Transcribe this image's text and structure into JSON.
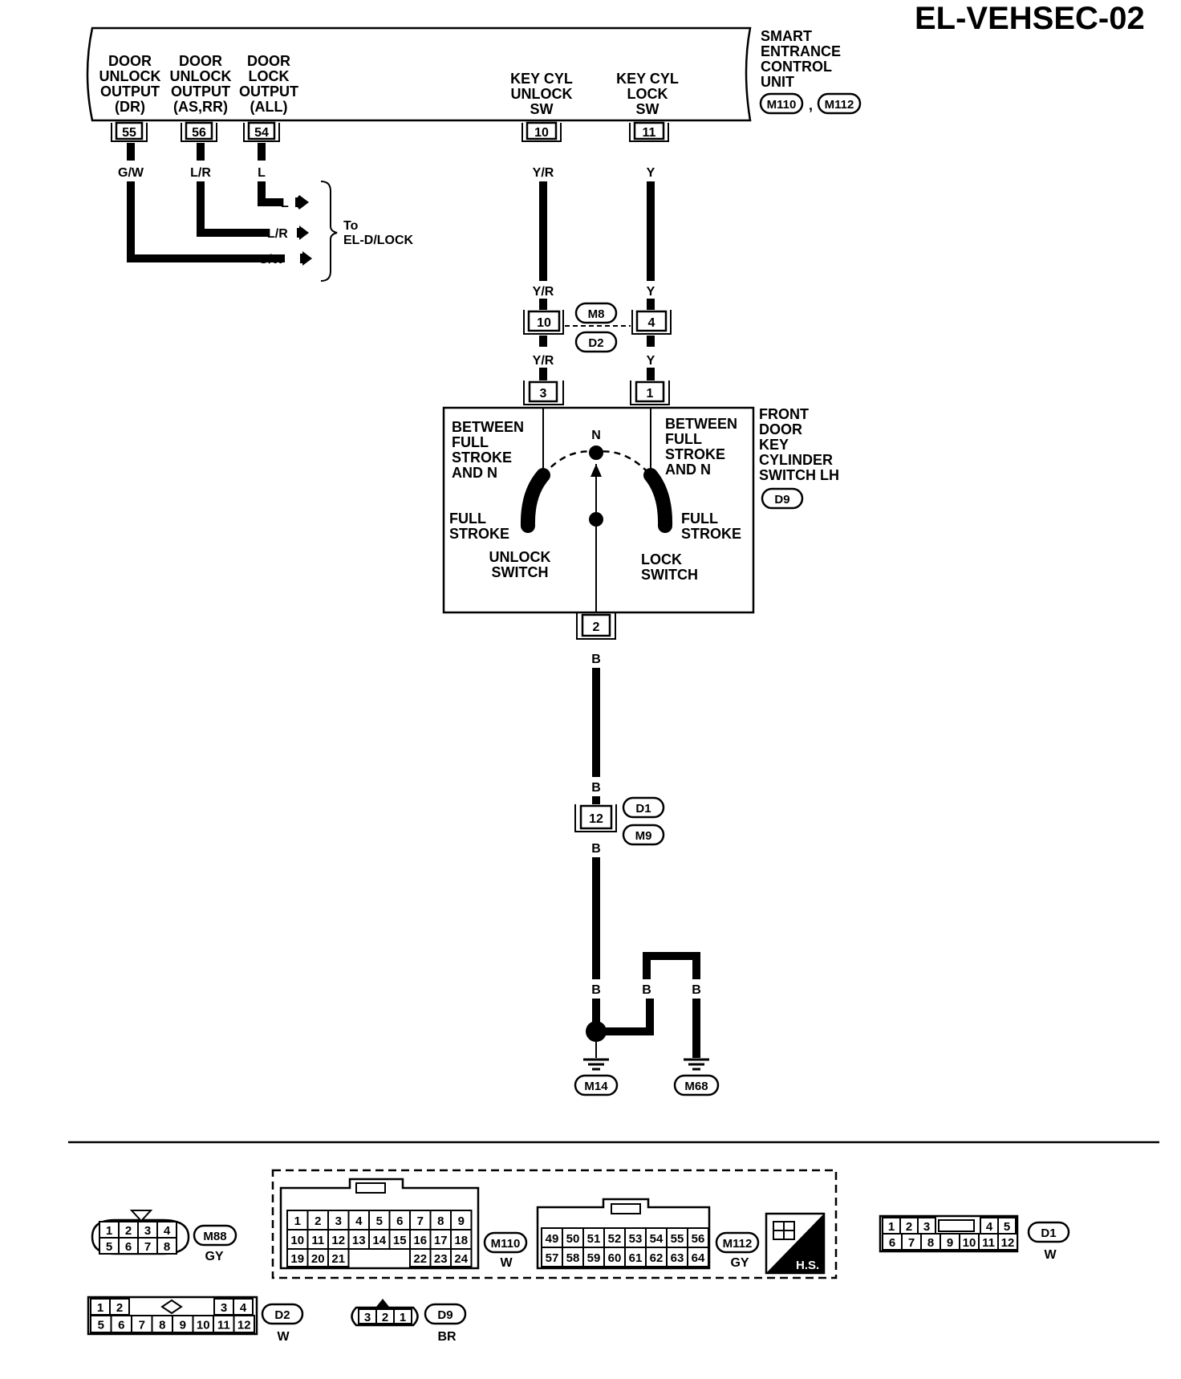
{
  "diagram_id": "EL-VEHSEC-02",
  "control_unit": {
    "name_lines": [
      "SMART",
      "ENTRANCE",
      "CONTROL",
      "UNIT"
    ],
    "connectors": [
      "M110",
      "M112"
    ],
    "separator": ",",
    "terminals": [
      {
        "num": "55",
        "lines": [
          "DOOR",
          "UNLOCK",
          "OUTPUT",
          "(DR)"
        ],
        "wire": "G/W"
      },
      {
        "num": "56",
        "lines": [
          "DOOR",
          "UNLOCK",
          "OUTPUT",
          "(AS,RR)"
        ],
        "wire": "L/R"
      },
      {
        "num": "54",
        "lines": [
          "DOOR",
          "LOCK",
          "OUTPUT",
          "(ALL)"
        ],
        "wire": "L"
      },
      {
        "num": "10",
        "lines": [
          "KEY CYL",
          "UNLOCK",
          "SW"
        ],
        "wire": "Y/R"
      },
      {
        "num": "11",
        "lines": [
          "KEY CYL",
          "LOCK",
          "SW"
        ],
        "wire": "Y"
      }
    ]
  },
  "to_eldlock": {
    "arrows": [
      "L",
      "L/R",
      "G/W"
    ],
    "label_lines": [
      "To",
      "EL-D/LOCK"
    ]
  },
  "joint_connector": {
    "pins": [
      "10",
      "4"
    ],
    "tags": [
      "M8",
      "D2"
    ],
    "wires_above": [
      "Y/R",
      "Y"
    ],
    "wires_below": [
      "Y/R",
      "Y"
    ]
  },
  "key_switch": {
    "name_lines": [
      "FRONT",
      "DOOR",
      "KEY",
      "CYLINDER",
      "SWITCH LH"
    ],
    "connector": "D9",
    "pins_top": [
      "3",
      "1"
    ],
    "pin_bottom": "2",
    "neutral": "N",
    "left_mid": [
      "BETWEEN",
      "FULL",
      "STROKE",
      "AND N"
    ],
    "right_mid": [
      "BETWEEN",
      "FULL",
      "STROKE",
      "AND N"
    ],
    "left_full": [
      "FULL",
      "STROKE"
    ],
    "right_full": [
      "FULL",
      "STROKE"
    ],
    "unlock": [
      "UNLOCK",
      "SWITCH"
    ],
    "lock": [
      "LOCK",
      "SWITCH"
    ]
  },
  "ground_path": {
    "wire": "B",
    "inline_pin": "12",
    "inline_tags": [
      "D1",
      "M9"
    ],
    "grounds": [
      "M14",
      "M68"
    ]
  },
  "connector_views": [
    {
      "id": "M88",
      "color": "GY",
      "rows": [
        [
          "1",
          "2",
          "3",
          "4"
        ],
        [
          "5",
          "6",
          "7",
          "8"
        ]
      ]
    },
    {
      "id": "M110",
      "color": "W",
      "rows": [
        [
          "1",
          "2",
          "3",
          "4",
          "5",
          "6",
          "7",
          "8",
          "9"
        ],
        [
          "10",
          "11",
          "12",
          "13",
          "14",
          "15",
          "16",
          "17",
          "18"
        ],
        [
          "19",
          "20",
          "21",
          "22",
          "23",
          "24"
        ]
      ]
    },
    {
      "id": "M112",
      "color": "GY",
      "rows": [
        [
          "49",
          "50",
          "51",
          "52",
          "53",
          "54",
          "55",
          "56"
        ],
        [
          "57",
          "58",
          "59",
          "60",
          "61",
          "62",
          "63",
          "64"
        ]
      ]
    },
    {
      "id": "D1",
      "color": "W",
      "rows": [
        [
          "1",
          "2",
          "3",
          "4",
          "5"
        ],
        [
          "6",
          "7",
          "8",
          "9",
          "10",
          "11",
          "12"
        ]
      ]
    },
    {
      "id": "D2",
      "color": "W",
      "rows": [
        [
          "1",
          "2",
          "3",
          "4"
        ],
        [
          "5",
          "6",
          "7",
          "8",
          "9",
          "10",
          "11",
          "12"
        ]
      ]
    },
    {
      "id": "D9",
      "color": "BR",
      "rows": [
        [
          "3",
          "2",
          "1"
        ]
      ]
    }
  ],
  "hs_label": "H.S."
}
